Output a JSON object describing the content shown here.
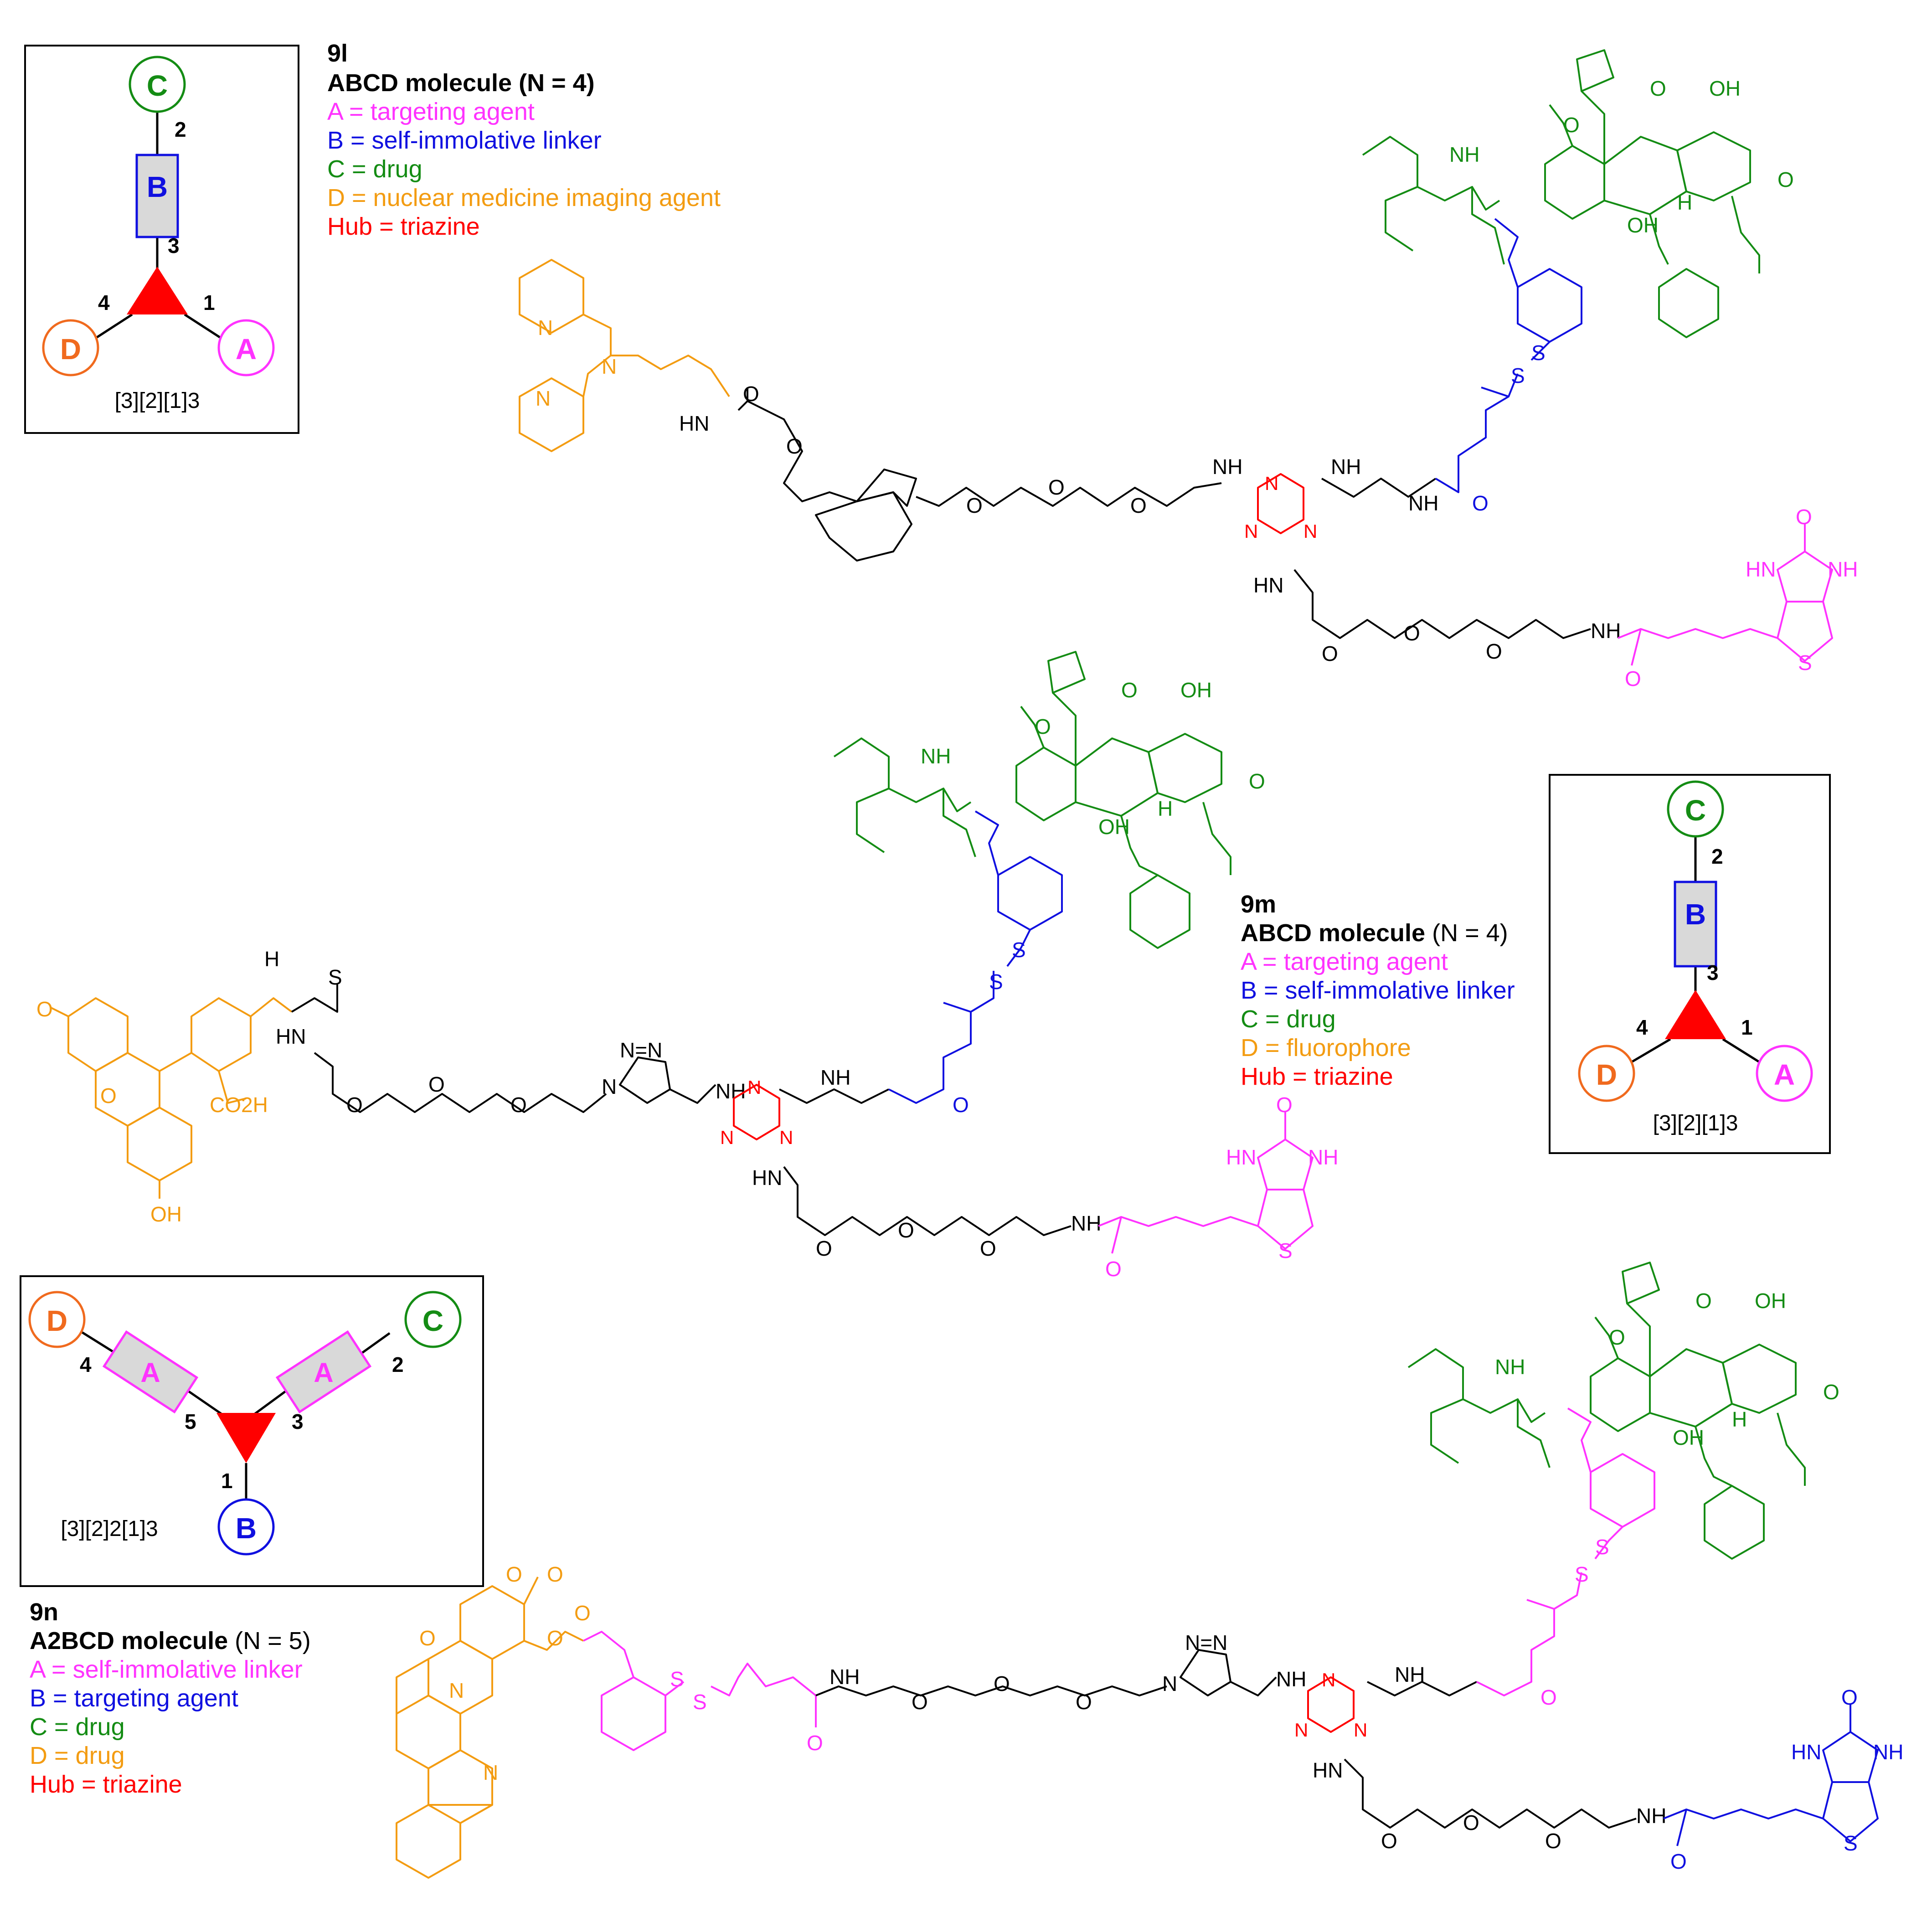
{
  "colors": {
    "black": "#000000",
    "red": "#ff0000",
    "green": "#148c14",
    "blue": "#1010e0",
    "magenta": "#ff33ff",
    "orange": "#f39c12",
    "orange_deep": "#f06a1e",
    "gray_fill": "#d9d9d9"
  },
  "schemes": {
    "s9l": {
      "nodes": {
        "C": "C",
        "B": "B",
        "D": "D",
        "A": "A"
      },
      "edges": {
        "top": "2",
        "mid": "3",
        "left": "4",
        "right": "1"
      },
      "formula": "[3][2][1]3"
    },
    "s9m": {
      "nodes": {
        "C": "C",
        "B": "B",
        "D": "D",
        "A": "A"
      },
      "edges": {
        "top": "2",
        "mid": "3",
        "left": "4",
        "right": "1"
      },
      "formula": "[3][2][1]3"
    },
    "s9n": {
      "nodes": {
        "D": "D",
        "C": "C",
        "A_left": "A",
        "A_right": "A",
        "B": "B"
      },
      "edges": {
        "leftOuter": "4",
        "rightOuter": "2",
        "leftInner": "5",
        "rightInner": "3",
        "bottom": "1"
      },
      "formula": "[3][2]2[1]3"
    }
  },
  "legends": {
    "l9l": {
      "compound": "9l",
      "title": "ABCD molecule",
      "n": "(N = 4)",
      "a": "A = targeting agent",
      "b": "B = self-immolative linker",
      "c": "C = drug",
      "d": "D = nuclear medicine imaging agent",
      "hub": "Hub = triazine"
    },
    "l9m": {
      "compound": "9m",
      "title": "ABCD molecule",
      "n": "(N = 4)",
      "a": "A = targeting agent",
      "b": "B = self-immolative linker",
      "c": "C = drug",
      "d": "D = fluorophore",
      "hub": "Hub = triazine"
    },
    "l9n": {
      "compound": "9n",
      "title": "A2BCD molecule",
      "n": "(N = 5)",
      "a": "A = self-immolative linker",
      "b": "B = targeting agent",
      "c": "C = drug",
      "d": "D = drug",
      "hub": "Hub = triazine"
    }
  },
  "atoms": {
    "oh": "OH",
    "o": "O",
    "n": "N",
    "s": "S",
    "h": "H",
    "nh": "NH",
    "hn": "HN",
    "co2h": "CO2H",
    "nn": "N=N"
  }
}
